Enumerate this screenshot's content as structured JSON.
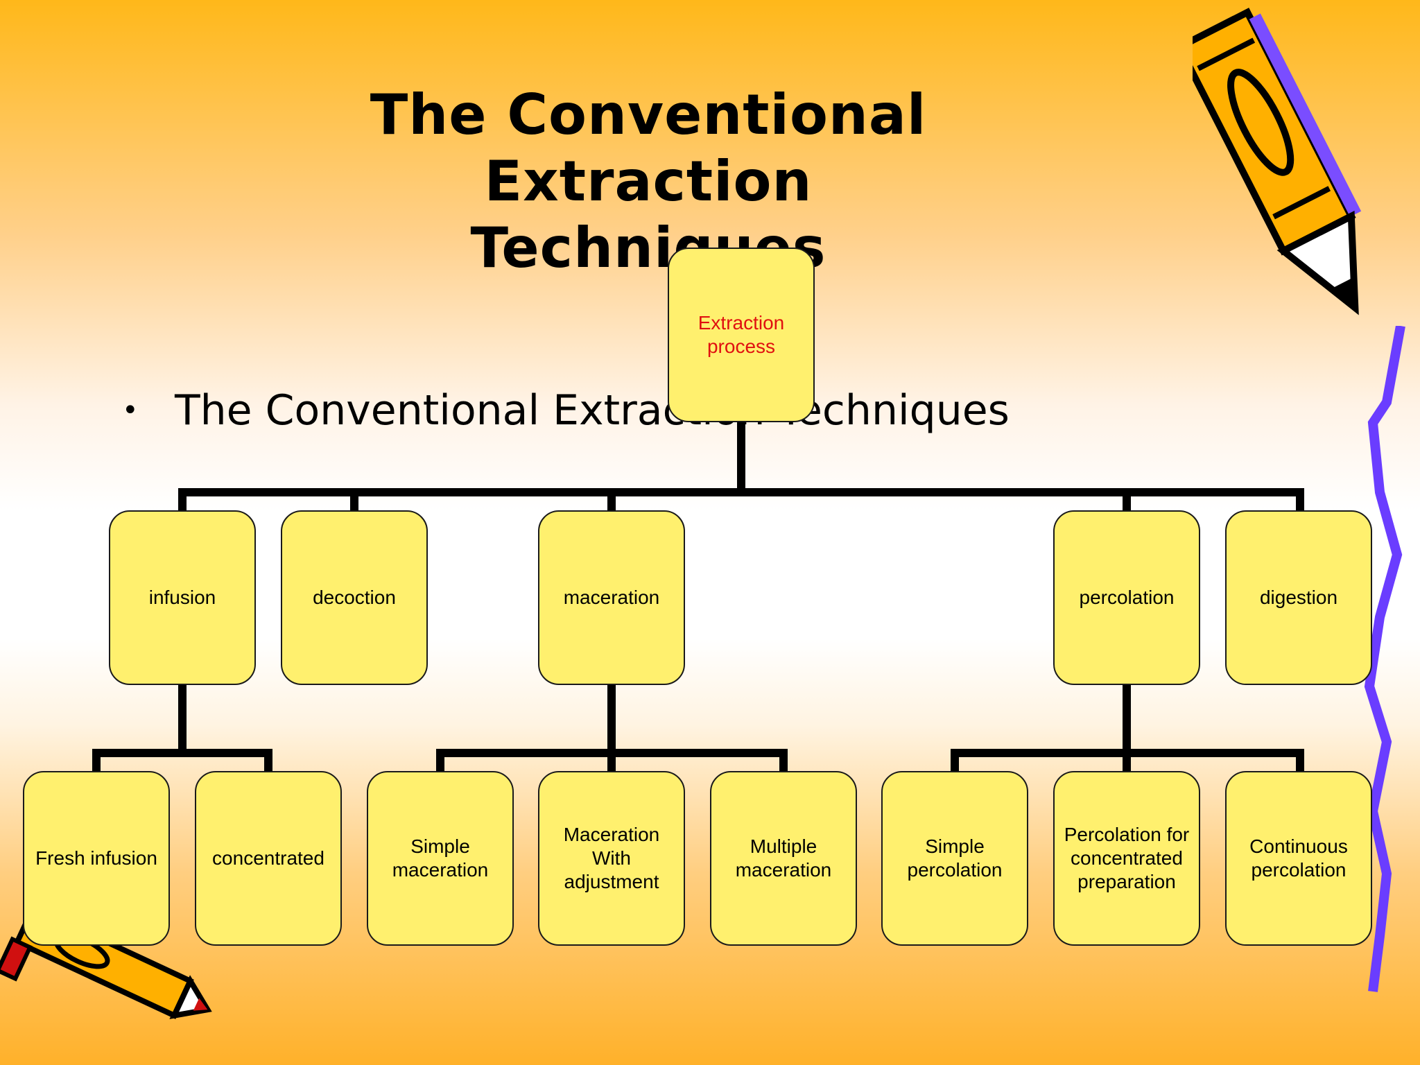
{
  "title": {
    "line1": "The Conventional Extraction",
    "line2": "Techniques"
  },
  "bullet": {
    "symbol": "•",
    "text": "The Conventional Extraction Techniques"
  },
  "tree": {
    "root": "Extraction process",
    "methods": [
      {
        "label": "infusion",
        "children": [
          "Fresh infusion",
          "concentrated"
        ]
      },
      {
        "label": "decoction",
        "children": []
      },
      {
        "label": "maceration",
        "children": [
          "Simple maceration",
          "Maceration With adjustment",
          "Multiple maceration"
        ]
      },
      {
        "label": "percolation",
        "children": [
          "Simple percolation",
          "Percolation for concentrated preparation"
        ]
      },
      {
        "label": "digestion",
        "children": []
      }
    ],
    "extra_leaf": "Continuous percolation"
  },
  "colors": {
    "box_fill": "#fff06e",
    "root_text": "#e01010",
    "connector": "#000000",
    "background_top": "#ffb81a",
    "background_bottom": "#ffb12a"
  },
  "decorations": [
    "pencil-icon",
    "crayon-icon",
    "purple-squiggle"
  ]
}
